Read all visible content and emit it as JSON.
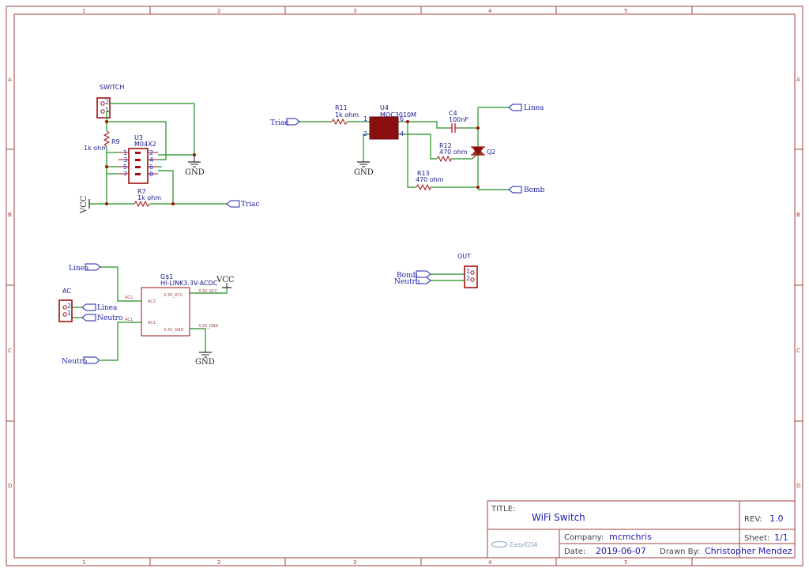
{
  "frame": {
    "cols": [
      "1",
      "2",
      "3",
      "4",
      "5"
    ],
    "rows": [
      "A",
      "B",
      "C",
      "D"
    ]
  },
  "title_block": {
    "title_label": "TITLE:",
    "title": "WiFi Switch",
    "rev_label": "REV:",
    "rev": "1.0",
    "company_label": "Company:",
    "company": "mcmchris",
    "sheet_label": "Sheet:",
    "sheet": "1/1",
    "date_label": "Date:",
    "date": "2019-06-07",
    "drawn_label": "Drawn By:",
    "drawn_by": "Christopher Mendez",
    "logo": "EasyEDA"
  },
  "components": {
    "switch": {
      "name": "SWITCH",
      "pin1": "1",
      "pin2": "2"
    },
    "r9": {
      "ref": "R9",
      "value": "1k ohm"
    },
    "u3": {
      "ref": "U3",
      "value": "M04X2",
      "pins": [
        "1",
        "2",
        "3",
        "4",
        "5",
        "6",
        "7",
        "8"
      ]
    },
    "r7": {
      "ref": "R7",
      "value": "1k ohm"
    },
    "r11": {
      "ref": "R11",
      "value": "1k ohm"
    },
    "u4": {
      "ref": "U4",
      "value": "MOC3010M",
      "pin1": "1",
      "pin2": "2",
      "pin4": "4",
      "pin6": "6"
    },
    "c4": {
      "ref": "C4",
      "value": "100nF"
    },
    "r12": {
      "ref": "R12",
      "value": "470 ohm"
    },
    "q2": {
      "ref": "Q2"
    },
    "r13": {
      "ref": "R13",
      "value": "470 ohm"
    },
    "g1": {
      "ref": "G$1",
      "value": "HI-LINK3.3V-ACDC",
      "pin_ac2": "AC2",
      "pin_ac1": "AC1",
      "pin_vcc": "3.3V_VCC",
      "pin_gnd": "3.3V_GND"
    },
    "ac": {
      "name": "AC",
      "pin1": "1",
      "pin2": "2"
    },
    "out": {
      "name": "OUT",
      "pin1": "1",
      "pin2": "2"
    }
  },
  "nets": {
    "gnd": "GND",
    "vcc": "VCC",
    "triac": "Triac",
    "linea": "Linea",
    "bomb": "Bomb",
    "neutro": "Neutro"
  }
}
